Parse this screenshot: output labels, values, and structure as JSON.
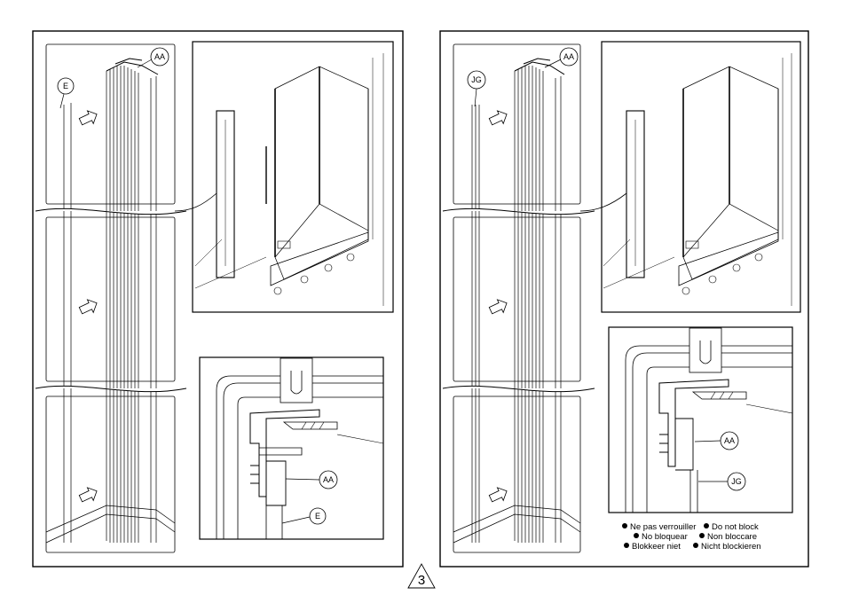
{
  "left_panel": {
    "labels": {
      "e_top": "E",
      "aa_top": "AA",
      "aa_detail": "AA",
      "e_detail": "E"
    }
  },
  "right_panel": {
    "labels": {
      "jg_top": "JG",
      "aa_top": "AA",
      "aa_detail": "AA",
      "jg_detail": "JG"
    },
    "notes": [
      "Ne pas verrouiller",
      "Do not block",
      "No bloquear",
      "Non bloccare",
      "Blokkeer niet",
      "Nicht blockieren"
    ]
  },
  "step_number": "3",
  "icons": [
    "insert-arrow-icon",
    "callout-circle-icon",
    "bullet-dot-icon",
    "step-triangle-icon"
  ]
}
